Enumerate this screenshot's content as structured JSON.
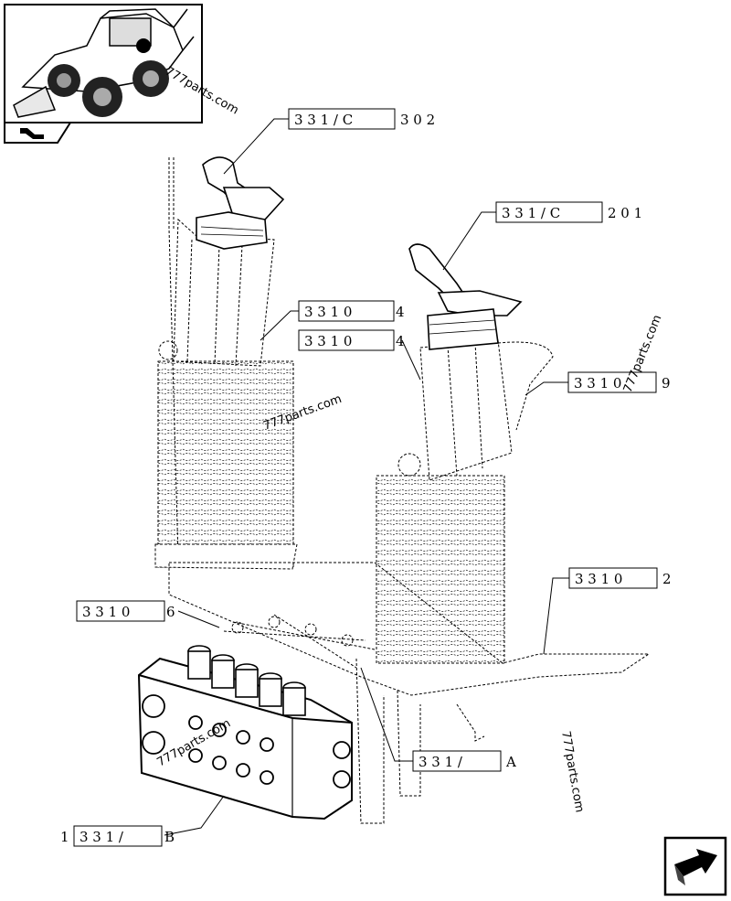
{
  "references": [
    {
      "id": "ref-331-c302",
      "boxed": "3 3 1 /  C",
      "suffix": "3 0 2"
    },
    {
      "id": "ref-331-c201",
      "boxed": "3 3 1 /  C",
      "suffix": "2 0 1"
    },
    {
      "id": "ref-331-04-a",
      "boxed": "3 3 1   0",
      "suffix": "4"
    },
    {
      "id": "ref-331-04-b",
      "boxed": "3 3 1   0",
      "suffix": "4"
    },
    {
      "id": "ref-331-09",
      "boxed": "3 3 1   0",
      "suffix": "9"
    },
    {
      "id": "ref-331-02",
      "boxed": "3 3 1   0",
      "suffix": "2"
    },
    {
      "id": "ref-331-06",
      "boxed": "3 3 1   0",
      "suffix": "6"
    },
    {
      "id": "ref-331-a",
      "boxed": "3 3 1 /",
      "suffix": "A"
    },
    {
      "id": "ref-331-b",
      "prefix": "1",
      "boxed": "3 3 1 /",
      "suffix": "B"
    }
  ],
  "watermarks": [
    "777parts.com",
    "777parts.com",
    "777parts.com",
    "777parts.com",
    "777parts.com"
  ],
  "icons": {
    "thumbnail": "backhoe-loader-thumbnail",
    "nav_prev": "arrow-left-icon",
    "nav_next": "arrow-forward-icon"
  }
}
